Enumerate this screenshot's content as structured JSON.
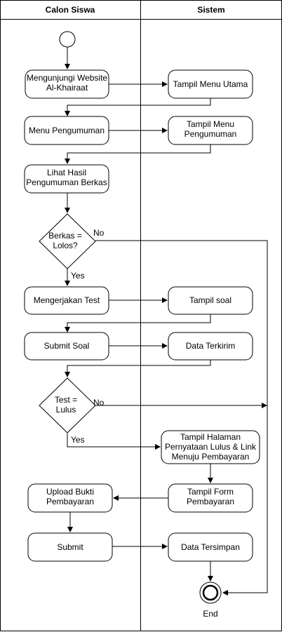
{
  "lanes": {
    "left": "Calon Siswa",
    "right": "Sistem"
  },
  "nodes": {
    "visit_website": [
      "Mengunjungi Website",
      "Al-Khairaat"
    ],
    "menu_utama": [
      "Tampil Menu Utama"
    ],
    "menu_pengumuman": [
      "Menu Pengumuman"
    ],
    "tampil_pengumuman": [
      "Tampil Menu",
      "Pengumuman"
    ],
    "lihat_hasil": [
      "Lihat Hasil",
      "Pengumuman Berkas"
    ],
    "decision_berkas": [
      "Berkas =",
      "Lolos?"
    ],
    "mengerjakan_test": [
      "Mengerjakan Test"
    ],
    "tampil_soal": [
      "Tampil soal"
    ],
    "submit_soal": [
      "Submit Soal"
    ],
    "data_terkirim": [
      "Data Terkirim"
    ],
    "decision_test": [
      "Test =",
      "Lulus"
    ],
    "tampil_halaman": [
      "Tampil Halaman",
      "Pernyataan Lulus & Link",
      "Menuju Pembayaran"
    ],
    "upload_bukti": [
      "Upload Bukti",
      "Pembayaran"
    ],
    "tampil_form": [
      "Tampil Form",
      "Pembayaran"
    ],
    "submit": [
      "Submit"
    ],
    "data_tersimpan": [
      "Data Tersimpan"
    ]
  },
  "edge_labels": {
    "berkas_no": "No",
    "berkas_yes": "Yes",
    "test_no": "No",
    "test_yes": "Yes"
  },
  "end_label": "End"
}
